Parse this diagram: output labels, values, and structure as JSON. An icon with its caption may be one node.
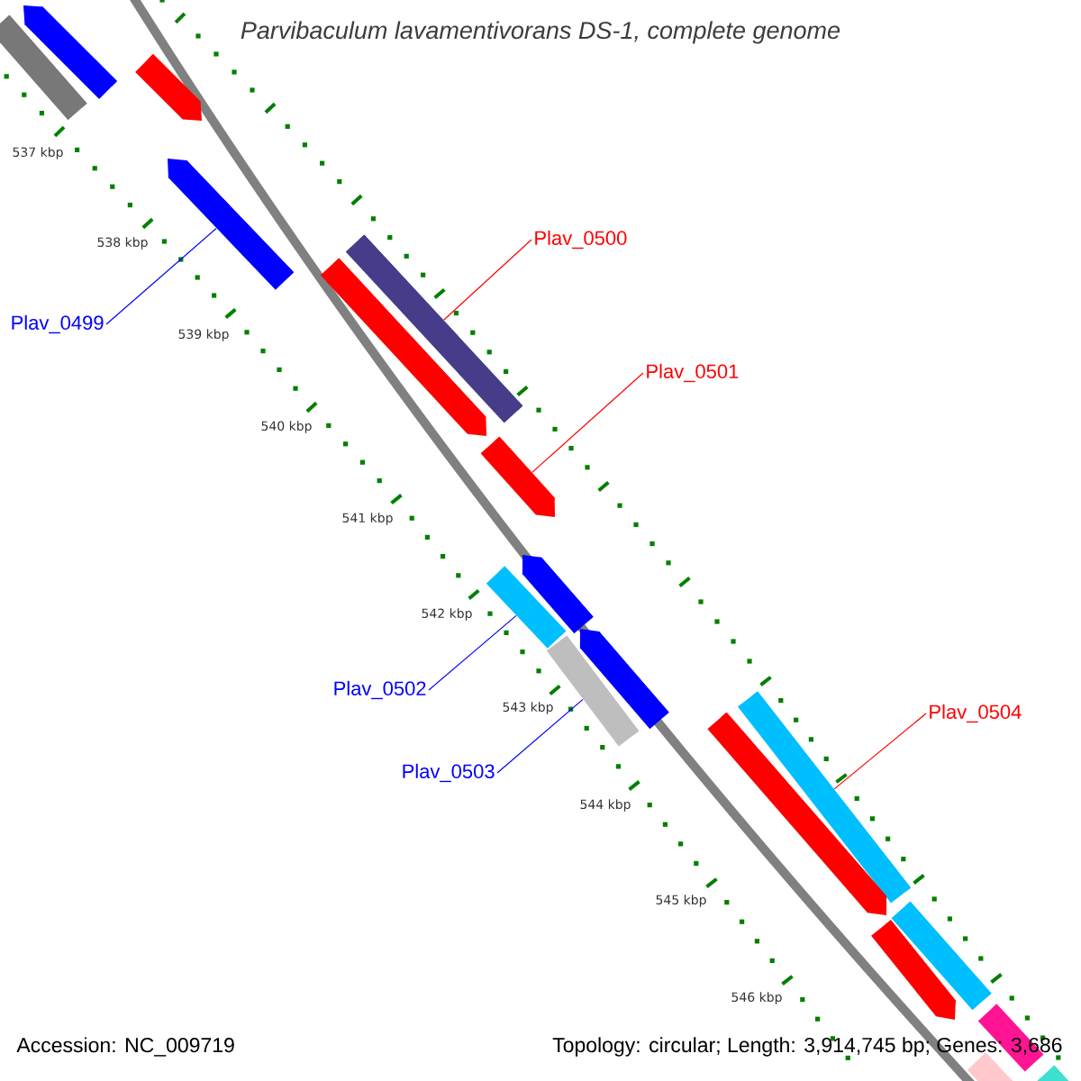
{
  "diagram": {
    "title": "Parvibaculum lavamentivorans DS-1, complete genome",
    "nodes": [
      {
        "text": [],
        "shape": "bar"
      },
      {
        "text": [],
        "shape": "bar"
      },
      {
        "text": [],
        "shape": "bar"
      },
      {
        "text": [
          "Plav_0499"
        ]
      },
      {
        "text": [],
        "shape": "bar"
      },
      {
        "text": [
          "Plav_0500"
        ]
      },
      {
        "text": [],
        "shape": "bar"
      },
      {
        "text": [],
        "shape": "bar"
      },
      {
        "text": [
          "Plav_0501"
        ]
      },
      {
        "text": [],
        "shape": "bar"
      },
      {
        "text": [],
        "shape": "bar"
      },
      {
        "text": [],
        "shape": "bar"
      },
      {
        "text": [
          "Plav_0502"
        ]
      },
      {
        "text": [],
        "shape": "bar"
      },
      {
        "text": [],
        "shape": "bar"
      },
      {
        "text": [
          "Plav_0503"
        ]
      },
      {
        "text": [
          "Plav_0504"
        ]
      },
      {
        "text": [],
        "shape": "bar"
      },
      {
        "text": [],
        "shape": "bar"
      },
      {
        "text": [],
        "shape": "bar"
      },
      {
        "text": [],
        "shape": "bar"
      },
      {
        "text": [],
        "shape": "bar"
      },
      {
        "text": [],
        "shape": "bar"
      },
      {
        "text": [],
        "shape": "bar"
      }
    ],
    "edges": [
      {
        "from": 3,
        "to": 4,
        "arrow": "none",
        "color": "#0000ff"
      },
      {
        "from": 5,
        "to": 6,
        "arrow": "none",
        "color": "#ff0000"
      },
      {
        "from": 8,
        "to": 9,
        "arrow": "none",
        "color": "#ff0000"
      },
      {
        "from": 12,
        "to": 11,
        "arrow": "none",
        "color": "#0000ff"
      },
      {
        "from": 15,
        "to": 14,
        "arrow": "none",
        "color": "#0000ff"
      },
      {
        "from": 16,
        "to": 17,
        "arrow": "none",
        "color": "#ff0000"
      }
    ],
    "labels": [
      "537 kbp",
      "538 kbp",
      "539 kbp",
      "540 kbp",
      "541 kbp",
      "542 kbp",
      "543 kbp",
      "544 kbp",
      "545 kbp",
      "546 kbp",
      "Accession: NC_009719",
      "Topology: circular; Length: 3,914,745 bp; Genes: 3,686"
    ]
  }
}
